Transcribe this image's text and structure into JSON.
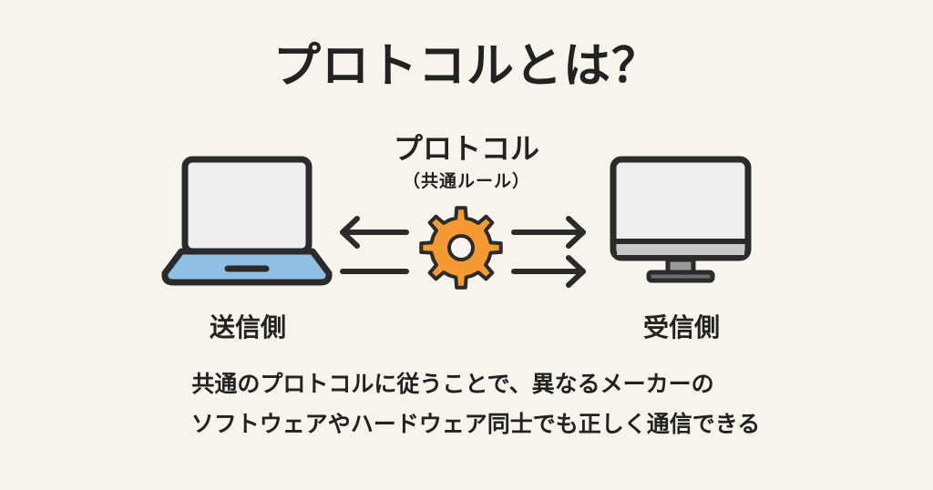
{
  "title": "プロトコルとは？",
  "protocol": {
    "label": "プロトコル",
    "sub": "（共通ルール）"
  },
  "sender": {
    "label": "送信側"
  },
  "receiver": {
    "label": "受信側"
  },
  "description": {
    "line1": "共通のプロトコルに従うことで、異なるメーカーの",
    "line2": "ソフトウェアやハードウェア同士でも正しく通信できる"
  },
  "colors": {
    "background": "#f7f4ec",
    "gear": "#f39a32",
    "laptop_keyboard": "#8fc0e3",
    "screen": "#eeeeee",
    "outline": "#2b2b2b"
  },
  "icons": [
    "laptop-icon",
    "desktop-monitor-icon",
    "gear-icon",
    "arrow-left-icon",
    "arrow-right-icon"
  ]
}
